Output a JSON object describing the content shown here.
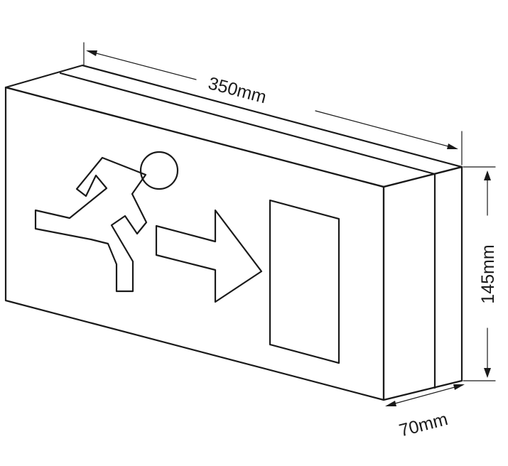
{
  "dimensions": {
    "length": "350mm",
    "height": "145mm",
    "depth": "70mm"
  },
  "product": {
    "icons": {
      "person": "running-person-icon",
      "arrow": "right-arrow-icon",
      "door": "door-icon"
    },
    "colors": {
      "line": "#1a1a1a",
      "background": "#ffffff"
    }
  }
}
